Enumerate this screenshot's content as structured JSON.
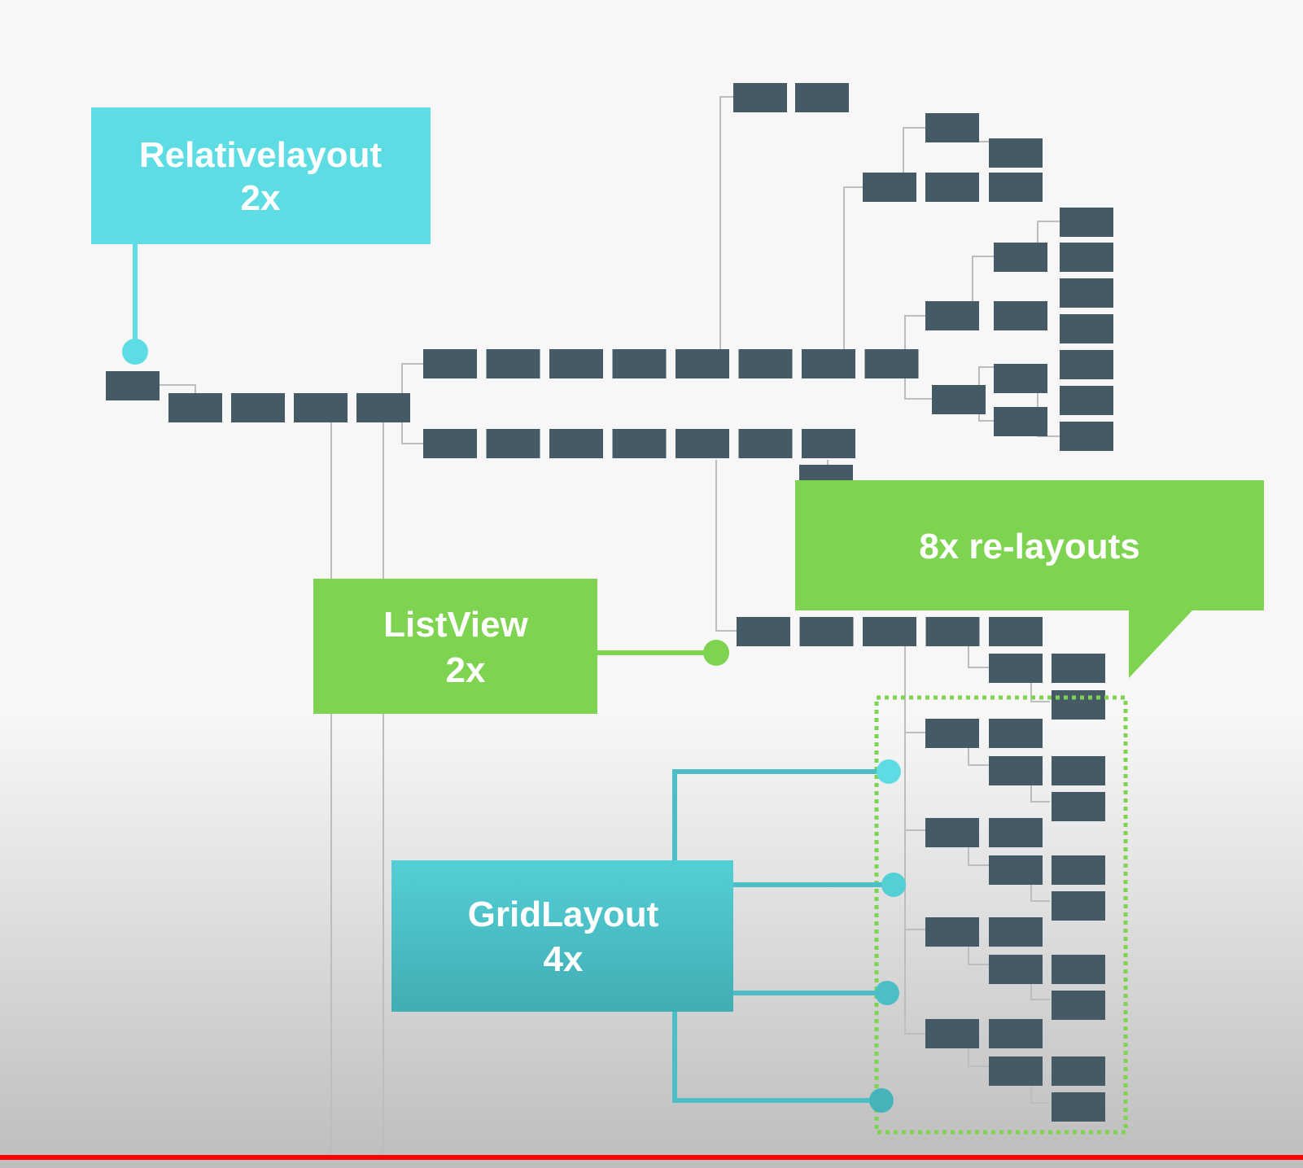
{
  "callouts": {
    "relative_title": "Relativelayout",
    "relative_count": "2x",
    "listview_title": "ListView",
    "listview_count": "2x",
    "relayouts_label": "8x re-layouts",
    "grid_title": "GridLayout",
    "grid_count": "4x"
  },
  "colors": {
    "node": "#455a64",
    "connector": "#bdbdbd",
    "cyan": "#5ddde3",
    "teal": "#4cbfc6",
    "green": "#7ed350",
    "progress": "#ff0000"
  }
}
